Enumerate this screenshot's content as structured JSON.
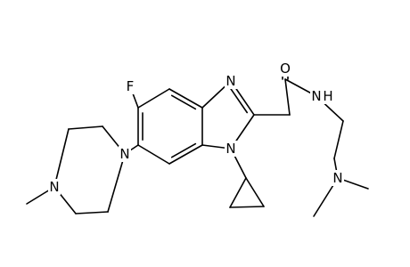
{
  "molecule": {
    "atoms": [
      {
        "id": "F",
        "label": "F"
      },
      {
        "id": "N3",
        "label": "N"
      },
      {
        "id": "O",
        "label": "O"
      },
      {
        "id": "NH",
        "label": "N"
      },
      {
        "id": "H",
        "label": "H"
      },
      {
        "id": "N1",
        "label": "N"
      },
      {
        "id": "NP1",
        "label": "N"
      },
      {
        "id": "NP2",
        "label": "N"
      },
      {
        "id": "NMe2",
        "label": "N"
      }
    ]
  }
}
